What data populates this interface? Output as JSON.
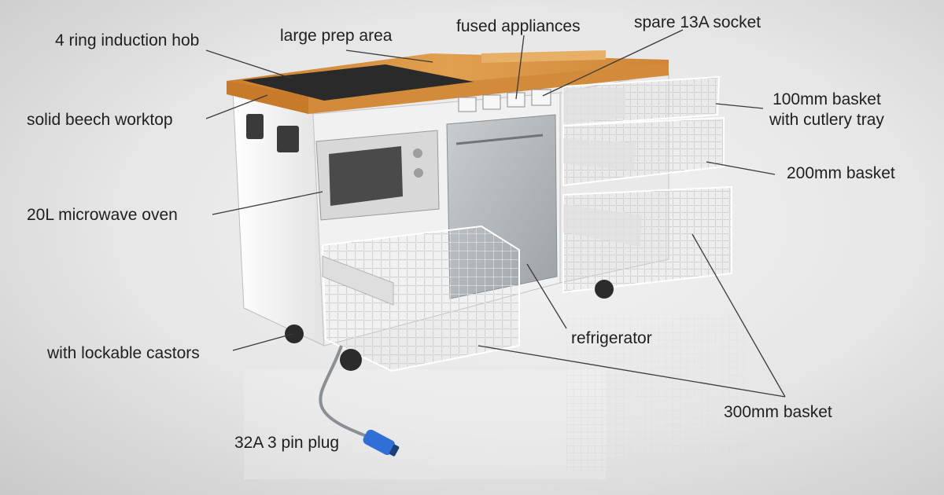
{
  "labels": {
    "hob": "4 ring induction hob",
    "prep": "large prep area",
    "fused": "fused appliances",
    "socket": "spare 13A socket",
    "worktop": "solid beech worktop",
    "basket100_line1": "100mm basket",
    "basket100_line2": "with cutlery tray",
    "basket200": "200mm basket",
    "microwave": "20L microwave oven",
    "fridge": "refrigerator",
    "castors": "with lockable castors",
    "basket300": "300mm basket",
    "plug": "32A 3 pin plug"
  },
  "colors": {
    "worktop": "#d9923f",
    "hob": "#2a2a2a",
    "cabinet": "#f3f3f3",
    "fridge": "#b8bcbf",
    "plug": "#2f6fd6",
    "cable": "#8a8f94",
    "wire": "#ffffff"
  }
}
